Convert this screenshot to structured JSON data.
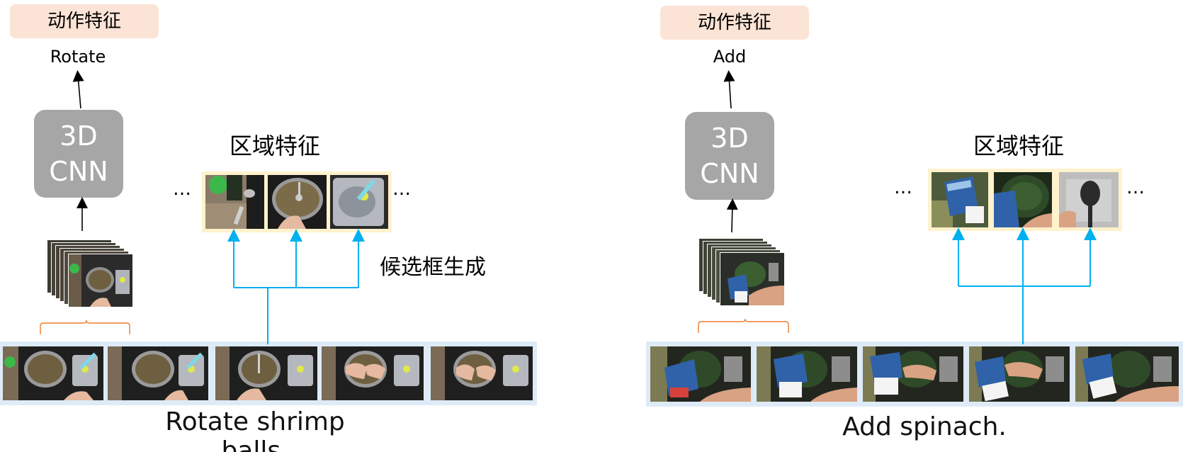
{
  "panels": [
    {
      "action_feature_label": "动作特征",
      "action_class": "Rotate",
      "cnn_line1": "3D",
      "cnn_line2": "CNN",
      "region_title": "区域特征",
      "proposal_label": "候选框生成",
      "ellipsis": "…",
      "caption": "Rotate shrimp balls."
    },
    {
      "action_feature_label": "动作特征",
      "action_class": "Add",
      "cnn_line1": "3D",
      "cnn_line2": "CNN",
      "region_title": "区域特征",
      "ellipsis": "…",
      "caption": "Add spinach."
    }
  ],
  "colors": {
    "action_box": "#fbe3d6",
    "cnn_box": "#a6a6a6",
    "region_box": "#fff2cc",
    "frame_strip": "#deebf7",
    "proposal_arrow": "#00b0f0",
    "brace": "#ed7d31",
    "arrow": "#000000"
  }
}
